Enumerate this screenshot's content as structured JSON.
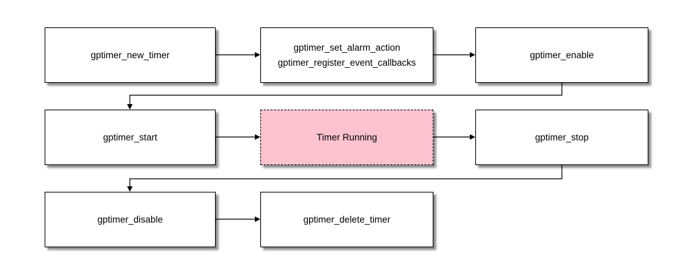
{
  "diagram": {
    "type": "flowchart",
    "nodes": {
      "new_timer": {
        "label": "gptimer_new_timer"
      },
      "setup": {
        "line1": "gptimer_set_alarm_action",
        "line2": "gptimer_register_event_callbacks"
      },
      "enable": {
        "label": "gptimer_enable"
      },
      "start": {
        "label": "gptimer_start"
      },
      "running": {
        "label": "Timer Running"
      },
      "stop": {
        "label": "gptimer_stop"
      },
      "disable": {
        "label": "gptimer_disable"
      },
      "delete_timer": {
        "label": "gptimer_delete_timer"
      }
    },
    "edges": [
      "gptimer_new_timer -> gptimer_set_alarm_action/gptimer_register_event_callbacks",
      "gptimer_set_alarm_action/gptimer_register_event_callbacks -> gptimer_enable",
      "gptimer_enable -> gptimer_start",
      "gptimer_start -> Timer Running",
      "Timer Running -> gptimer_stop",
      "gptimer_stop -> gptimer_disable",
      "gptimer_disable -> gptimer_delete_timer"
    ],
    "colors": {
      "background": "#ffffff",
      "node_fill": "#ffffff",
      "node_border": "#000000",
      "running_fill": "#fcc3cf",
      "connector": "#000000"
    }
  }
}
